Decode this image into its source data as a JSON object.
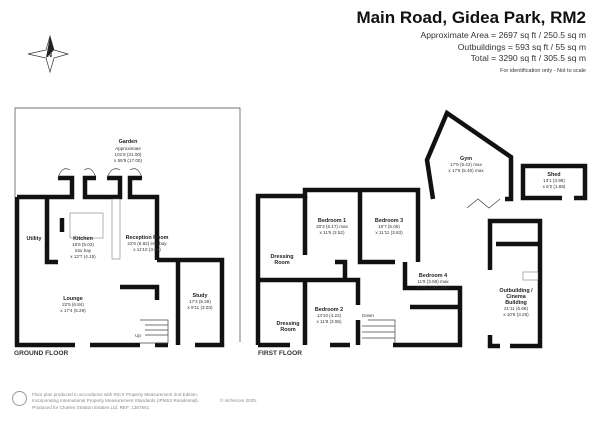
{
  "header": {
    "title": "Main Road, Gidea Park, RM2",
    "approx_area": "Approximate Area = 2697 sq ft / 250.5 sq m",
    "outbuildings": "Outbuildings = 593 sq ft / 55 sq m",
    "total": "Total = 3290 sq ft / 305.5 sq m",
    "disclaimer": "For identification only - Not to scale"
  },
  "compass": {
    "label": "N"
  },
  "ground_floor": {
    "label": "GROUND FLOOR",
    "rooms": {
      "garden": {
        "name": "Garden",
        "l1": "Approximate",
        "l2": "101'8 (31.00)",
        "l3": "x 55'9 (17.00)"
      },
      "utility": {
        "name": "Utility"
      },
      "kitchen": {
        "name": "Kitchen",
        "l1": "16'6 (5.03)",
        "l2": "into bay",
        "l3": "x 13'7 (4.15)"
      },
      "reception": {
        "name": "Reception Room",
        "l1": "22'6 (6.82) into bay",
        "l2": "x 11'10 (3.60)"
      },
      "lounge": {
        "name": "Lounge",
        "l1": "22'5 (6.84)",
        "l2": "x 17'4 (5.29)"
      },
      "study": {
        "name": "Study",
        "l1": "17'4 (5.29)",
        "l2": "x 9'11 (3.03)"
      },
      "stairs": {
        "name": "Up"
      }
    }
  },
  "first_floor": {
    "label": "FIRST FLOOR",
    "rooms": {
      "bedroom1": {
        "name": "Bedroom 1",
        "l1": "20'3 (6.17) max",
        "l2": "x 11'6 (3.52)"
      },
      "bedroom3": {
        "name": "Bedroom 3",
        "l1": "16'7 (5.05)",
        "l2": "x 11'11 (3.63)"
      },
      "bedroom4": {
        "name": "Bedroom 4",
        "l1": "11'9 (3.58) max",
        "l2": "x 9'3 (2.82) max"
      },
      "bedroom2": {
        "name": "Bedroom 2",
        "l1": "13'10 (4.22)",
        "l2": "x 11'8 (3.55)"
      },
      "dressing1": {
        "name": "Dressing",
        "name2": "Room"
      },
      "dressing2": {
        "name": "Dressing",
        "name2": "Room"
      },
      "stairs": {
        "name": "Down"
      }
    }
  },
  "outbuildings": {
    "gym": {
      "name": "Gym",
      "l1": "17'9 (5.42) max",
      "l2": "x 17'8 (5.40) max"
    },
    "shed": {
      "name": "Shed",
      "l1": "13'1 (3.98)",
      "l2": "x 6'2 (1.88)"
    },
    "cinema": {
      "name": "Outbuilding /",
      "name2": "Cinema",
      "name3": "Building",
      "l1": "21'11 (6.68)",
      "l2": "x 10'8 (3.26)"
    }
  },
  "footer": {
    "line1": "Floor plan produced in accordance with RICS Property Measurement 2nd Edition,",
    "line2": "Incorporating International Property Measurement Standards (IPMS2 Residential).",
    "line3": "Produced for Charles Stratton Estates Ltd.   REF: 1387561",
    "copyright": "© nichecom 2025."
  }
}
